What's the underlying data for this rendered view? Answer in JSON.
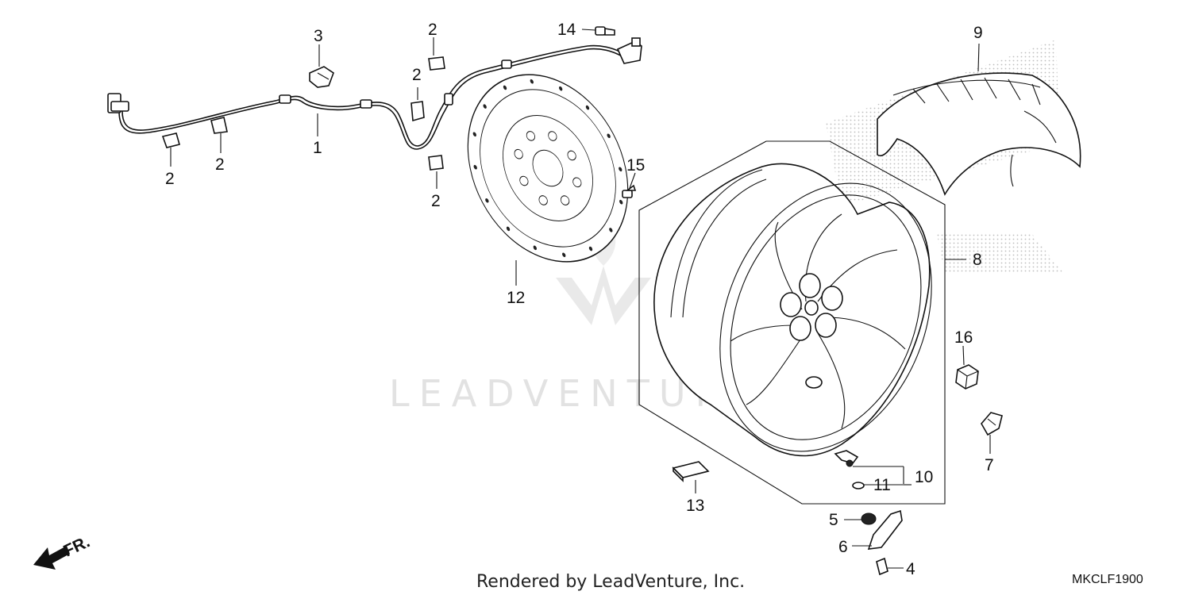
{
  "diagram": {
    "callouts": [
      {
        "id": "c1",
        "label": "1"
      },
      {
        "id": "c2a",
        "label": "2"
      },
      {
        "id": "c2b",
        "label": "2"
      },
      {
        "id": "c2c",
        "label": "2"
      },
      {
        "id": "c2d",
        "label": "2"
      },
      {
        "id": "c2e",
        "label": "2"
      },
      {
        "id": "c3",
        "label": "3"
      },
      {
        "id": "c4",
        "label": "4"
      },
      {
        "id": "c5",
        "label": "5"
      },
      {
        "id": "c6",
        "label": "6"
      },
      {
        "id": "c7",
        "label": "7"
      },
      {
        "id": "c8",
        "label": "8"
      },
      {
        "id": "c9",
        "label": "9"
      },
      {
        "id": "c10",
        "label": "10"
      },
      {
        "id": "c11",
        "label": "11"
      },
      {
        "id": "c12",
        "label": "12"
      },
      {
        "id": "c13",
        "label": "13"
      },
      {
        "id": "c14",
        "label": "14"
      },
      {
        "id": "c15",
        "label": "15"
      },
      {
        "id": "c16",
        "label": "16"
      }
    ],
    "direction_label": "FR.",
    "footer": "Rendered by LeadVenture, Inc.",
    "diagram_code": "MKCLF1900",
    "watermark": "LEADVENTURE"
  }
}
